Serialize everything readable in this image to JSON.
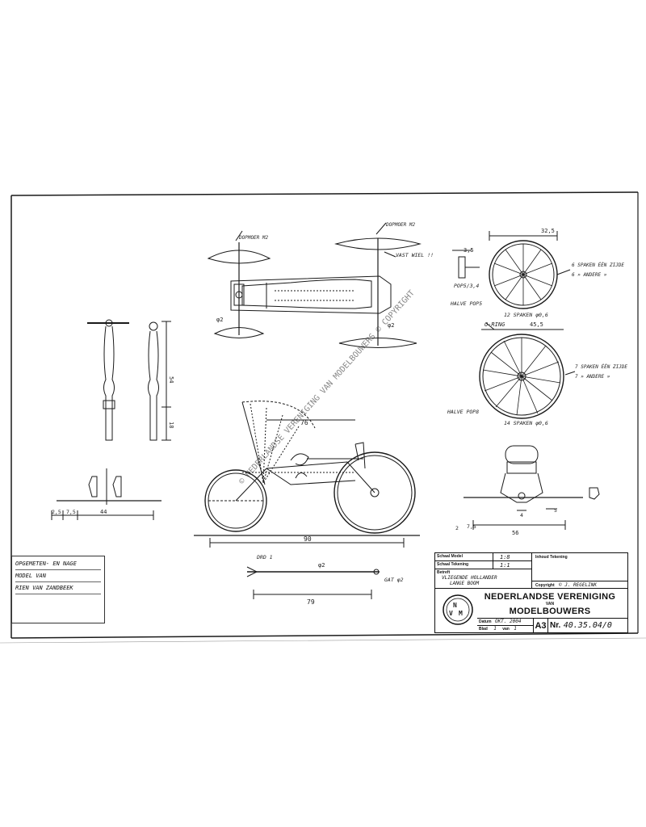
{
  "labels": {
    "dopmoer_top": "DOPMOER M2",
    "dopmoer_right": "DOPMOER M2",
    "vast_wiel": "VAST WIEL !!",
    "phi2_left": "φ2",
    "phi2_right": "φ2",
    "spaken_top_a": "6 SPAKEN ÉÉN ZIJDE",
    "spaken_top_b": "6 »  ANDERE »",
    "spaken_bottom_a": "7 SPAKEN ÉÉN ZIJDE",
    "spaken_bottom_b": "7 »  ANDERE »",
    "spaken_12": "12 SPAKEN φ0,6",
    "spaken_14": "14 SPAKEN φ0,6",
    "halve_pop5": "HALVE POP5",
    "halve_pop8": "HALVE POP8",
    "pop_label": "POP5/3,4",
    "oring": "O-RING",
    "draad": "DRD 1",
    "phi2_rod": "φ2",
    "gat": "GAT φ2"
  },
  "dims": {
    "d32_5": "32,5",
    "d3_5": "3,5",
    "d45_5": "45,5",
    "d54": "54",
    "d18": "18",
    "d76": "76",
    "d90": "90",
    "d79": "79",
    "d44": "44",
    "d2_5": "2,5",
    "d7_5a": "7,5",
    "d7_5b": "7,5",
    "d56": "56",
    "d4": "4",
    "d5": "5",
    "d2": "2"
  },
  "watermark": "© NEDERLANDSE VERENIGING VAN MODELBOUWERS © COPYRIGHT",
  "notes": [
    "OPGEMETEN- EN NAGE",
    "MODEL VAN",
    "RIEN VAN ZANDBEEK"
  ],
  "title_block": {
    "schaal_model_label": "Schaal Model",
    "schaal_model_value": "1:8",
    "schaal_tekening_label": "Schaal Tekening",
    "schaal_tekening_value": "1:1",
    "betreft_label": "Betreft",
    "betreft_line1": "VLIEGENDE HOLLANDER",
    "betreft_line2": "LANGE BOOM",
    "inhoud_label": "Inhoud Tekening",
    "copyright_label": "Copyright",
    "copyright_value": "© J. REGELINK",
    "org_line1": "NEDERLANDSE VERENIGING",
    "org_line2": "VAN",
    "org_line3": "MODELBOUWERS",
    "datum_label": "Datum",
    "datum_value": "OKT. 2004",
    "blad_label": "Blad",
    "blad_value": "1",
    "van_label": "van",
    "van_value": "1",
    "format": "A3",
    "nr_label": "Nr.",
    "nr_value": "40.35.04/0",
    "logo_letters": "NVM"
  }
}
